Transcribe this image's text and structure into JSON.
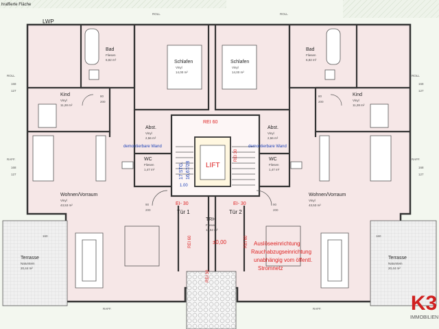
{
  "header": {
    "hatched_area": "hraffierte Fläche",
    "lwp": "LWP"
  },
  "labels": {
    "roll": "ROLL",
    "raff": "RAFF.",
    "dims": [
      "168",
      "127",
      "80",
      "200",
      "90",
      "160"
    ]
  },
  "rooms": {
    "bad": {
      "name": "Bad",
      "floor": "Fliesen",
      "area": "6,82 m²"
    },
    "schlafen": {
      "name": "Schlafen",
      "floor": "Vinyl",
      "area": "14,00 m²"
    },
    "kind": {
      "name": "Kind",
      "floor": "Vinyl",
      "area": "11,28 m²"
    },
    "abst": {
      "name": "Abst.",
      "floor": "Vinyl",
      "area": "2,56 m²"
    },
    "wc": {
      "name": "WC",
      "floor": "Fliesen",
      "area": "1,47 m²"
    },
    "wohnen": {
      "name": "Wohnen/Vorraum",
      "floor": "Vinyl",
      "area": "43,53 m²"
    },
    "terrasse": {
      "name": "Terrasse",
      "floor": "Naturstein",
      "area": "20,44 m²"
    },
    "trh": {
      "name": "TRH",
      "floor": "Fliesen",
      "area": "11,52 m²"
    }
  },
  "core": {
    "lift": "LIFT",
    "rei60": "REI 60",
    "rei30": "REI 30",
    "ei30": "EI- 30",
    "door1": "Tür 1",
    "door2": "Tür 2",
    "stairs": "17 STG.",
    "stair_dims": "16,67/28",
    "level": "±0,00",
    "level_small": "1.00",
    "removable_wall": "demontierbare Wand"
  },
  "notes": {
    "trigger": "Auslöseeinrichtung",
    "smoke": "Rauchabzugseinrichtung",
    "independent": "unabhängig vom öffentl.",
    "grid": "Stromnetz"
  },
  "logo": {
    "mark": "K3",
    "company": "IMMOBILIEN",
    "color": "#d0201f"
  },
  "colors": {
    "room_fill": "#f5e6e6",
    "wall": "#333333",
    "accent_red": "#dd2222",
    "accent_blue": "#1a3fb5",
    "terrace_fill": "#eeeeee",
    "lawn": "#e7f0df"
  }
}
